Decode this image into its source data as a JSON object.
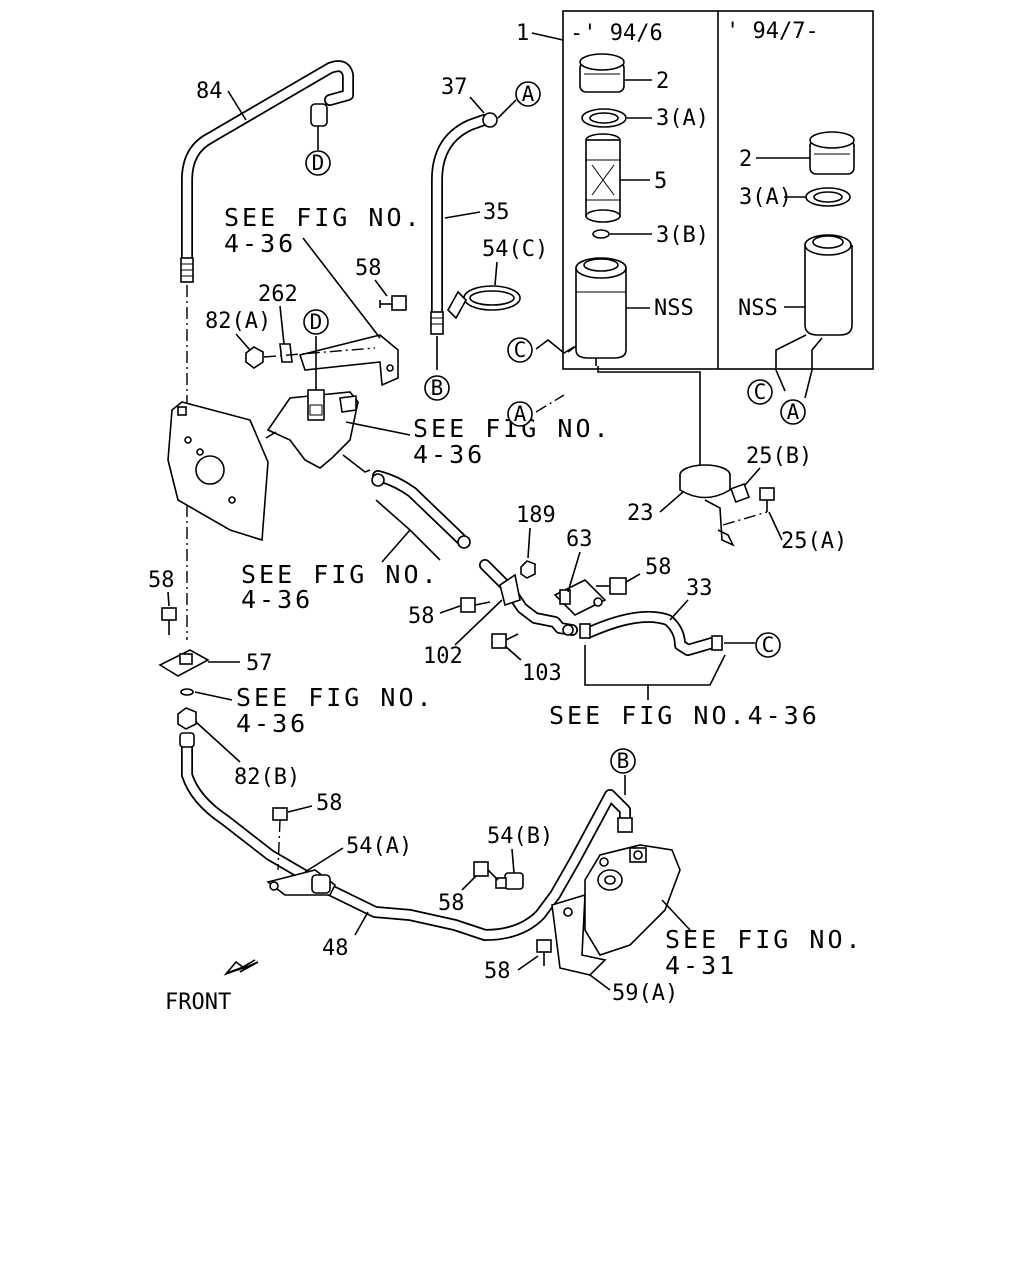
{
  "inset": {
    "left_period": "-' 94/6",
    "right_period": "' 94/7-"
  },
  "labels": {
    "p1": "1",
    "p2_left": "2",
    "p3a_left": "3(A)",
    "p5": "5",
    "p3b": "3(B)",
    "nss_left": "NSS",
    "p2_right": "2",
    "p3a_right": "3(A)",
    "nss_right": "NSS",
    "p84": "84",
    "p37": "37",
    "p35": "35",
    "p54c": "54(C)",
    "p58_top": "58",
    "p262": "262",
    "p82a": "82(A)",
    "p23": "23",
    "p25b": "25(B)",
    "p25a": "25(A)",
    "p189": "189",
    "p63": "63",
    "p58_b63": "58",
    "p58_mid": "58",
    "p33": "33",
    "p102": "102",
    "p103": "103",
    "p58_left": "58",
    "p57": "57",
    "p82b": "82(B)",
    "p58_b54a": "58",
    "p54a": "54(A)",
    "p54b": "54(B)",
    "p58_b54b": "58",
    "p48": "48",
    "p58_bottom": "58",
    "p59a": "59(A)",
    "front": "FRONT"
  },
  "refs": {
    "r1_l1": "SEE FIG NO.",
    "r1_l2": "4-36",
    "r2_l1": "SEE FIG NO.",
    "r2_l2": "4-36",
    "r3_l1": "SEE FIG NO.",
    "r3_l2": "4-36",
    "r4_l1": "SEE FIG NO.",
    "r4_l2": "4-36",
    "r5": "SEE FIG NO.4-36",
    "r6_l1": "SEE FIG NO.",
    "r6_l2": "4-31"
  },
  "connectors": {
    "a_top": "A",
    "a_inset_left": "A",
    "a_inset_right": "A",
    "b_hose35": "B",
    "b_gearbox": "B",
    "c_inset_left": "C",
    "c_inset_right": "C",
    "c_hose33": "C",
    "d_top": "D",
    "d_pump": "D"
  }
}
